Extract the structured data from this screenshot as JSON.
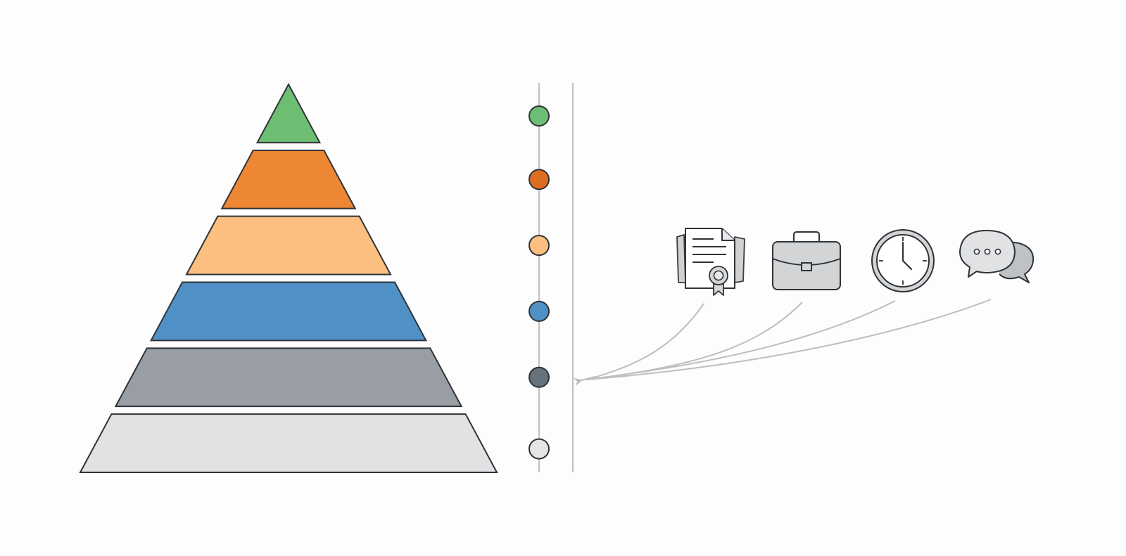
{
  "diagram": {
    "pyramid": {
      "levels": [
        {
          "id": "level-1",
          "color": "#6dbe72"
        },
        {
          "id": "level-2",
          "color": "#ee8733"
        },
        {
          "id": "level-3",
          "color": "#fcbf80"
        },
        {
          "id": "level-4",
          "color": "#4f91c6"
        },
        {
          "id": "level-5",
          "color": "#989ea3"
        },
        {
          "id": "level-6",
          "color": "#e1e2e3"
        }
      ],
      "outline_color": "#2f3337"
    },
    "markers": [
      {
        "level": "level-1",
        "color": "#6dbe72"
      },
      {
        "level": "level-2",
        "color": "#dd6e21"
      },
      {
        "level": "level-3",
        "color": "#fcbf80"
      },
      {
        "level": "level-4",
        "color": "#4f91c6"
      },
      {
        "level": "level-5",
        "color": "#66727c"
      },
      {
        "level": "level-6",
        "color": "#e4e5e6"
      }
    ],
    "target_level": "level-5",
    "icons": [
      {
        "name": "certificate-document-icon"
      },
      {
        "name": "briefcase-icon"
      },
      {
        "name": "clock-icon"
      },
      {
        "name": "chat-bubbles-icon"
      }
    ],
    "connector_color": "#bcbec0",
    "icon_fill": "#cfd1d3"
  }
}
